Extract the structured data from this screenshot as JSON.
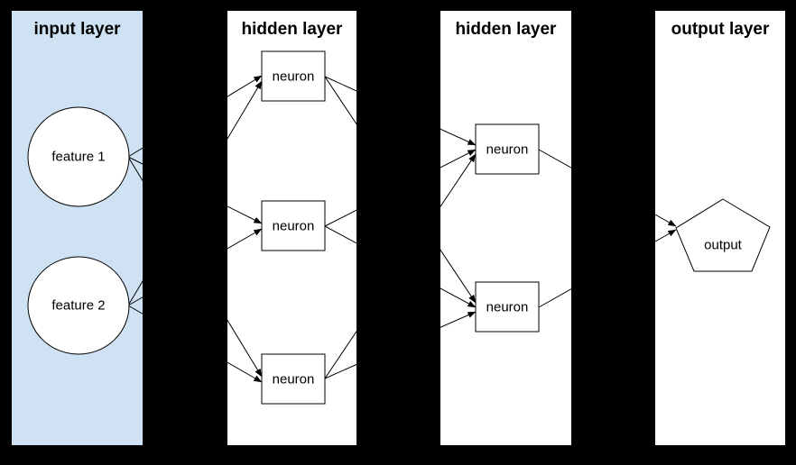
{
  "diagram": {
    "type": "neural-network",
    "colors": {
      "page_background": "#000000",
      "input_panel_fill": "#cfe2f3",
      "panel_fill": "#ffffff",
      "node_fill": "#ffffff",
      "stroke": "#000000",
      "text": "#000000"
    },
    "layers": [
      {
        "title": "input layer",
        "nodes": [
          {
            "id": "feature1",
            "label": "feature 1",
            "shape": "circle"
          },
          {
            "id": "feature2",
            "label": "feature 2",
            "shape": "circle"
          }
        ]
      },
      {
        "title": "hidden layer",
        "nodes": [
          {
            "id": "h1n1",
            "label": "neuron",
            "shape": "rect"
          },
          {
            "id": "h1n2",
            "label": "neuron",
            "shape": "rect"
          },
          {
            "id": "h1n3",
            "label": "neuron",
            "shape": "rect"
          }
        ]
      },
      {
        "title": "hidden layer",
        "nodes": [
          {
            "id": "h2n1",
            "label": "neuron",
            "shape": "rect"
          },
          {
            "id": "h2n2",
            "label": "neuron",
            "shape": "rect"
          }
        ]
      },
      {
        "title": "output layer",
        "nodes": [
          {
            "id": "output",
            "label": "output",
            "shape": "pentagon"
          }
        ]
      }
    ],
    "connections": [
      {
        "from": "feature1",
        "to": "h1n1"
      },
      {
        "from": "feature1",
        "to": "h1n2"
      },
      {
        "from": "feature1",
        "to": "h1n3"
      },
      {
        "from": "feature2",
        "to": "h1n1"
      },
      {
        "from": "feature2",
        "to": "h1n2"
      },
      {
        "from": "feature2",
        "to": "h1n3"
      },
      {
        "from": "h1n1",
        "to": "h2n1"
      },
      {
        "from": "h1n1",
        "to": "h2n2"
      },
      {
        "from": "h1n2",
        "to": "h2n1"
      },
      {
        "from": "h1n2",
        "to": "h2n2"
      },
      {
        "from": "h1n3",
        "to": "h2n1"
      },
      {
        "from": "h1n3",
        "to": "h2n2"
      },
      {
        "from": "h2n1",
        "to": "output"
      },
      {
        "from": "h2n2",
        "to": "output"
      }
    ]
  }
}
